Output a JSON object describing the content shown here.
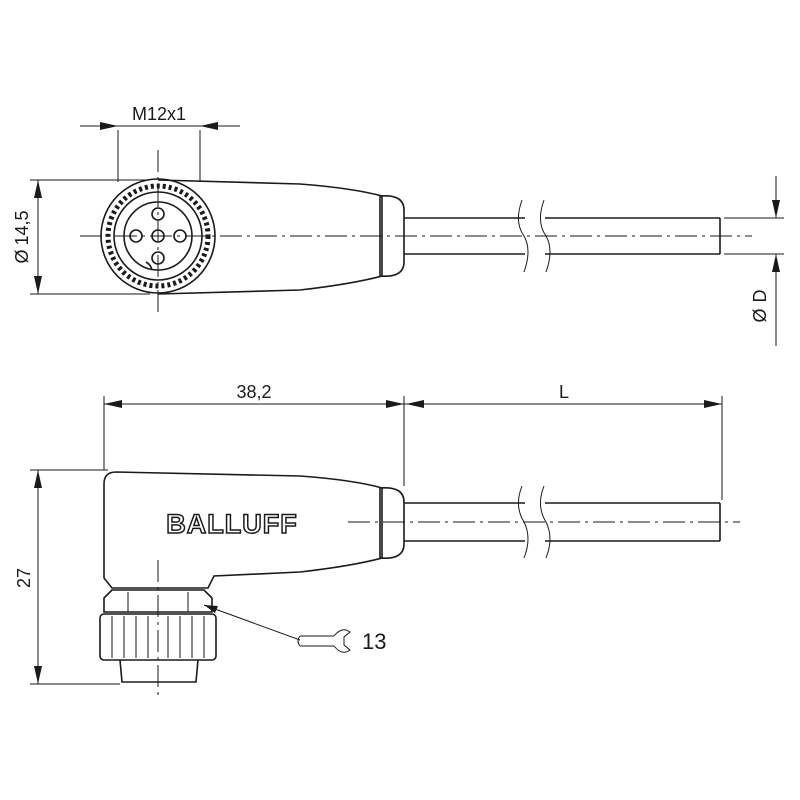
{
  "labels": {
    "thread": "M12x1",
    "diameter_head": "14,5",
    "diameter_cable": "D",
    "length_body": "38,2",
    "length_cable": "L",
    "height": "27",
    "wrench_size": "13",
    "brand": "BALLUFF"
  },
  "symbols": {
    "diameter": "Ø"
  },
  "icons": [
    "wrench-icon",
    "diameter-symbol"
  ]
}
